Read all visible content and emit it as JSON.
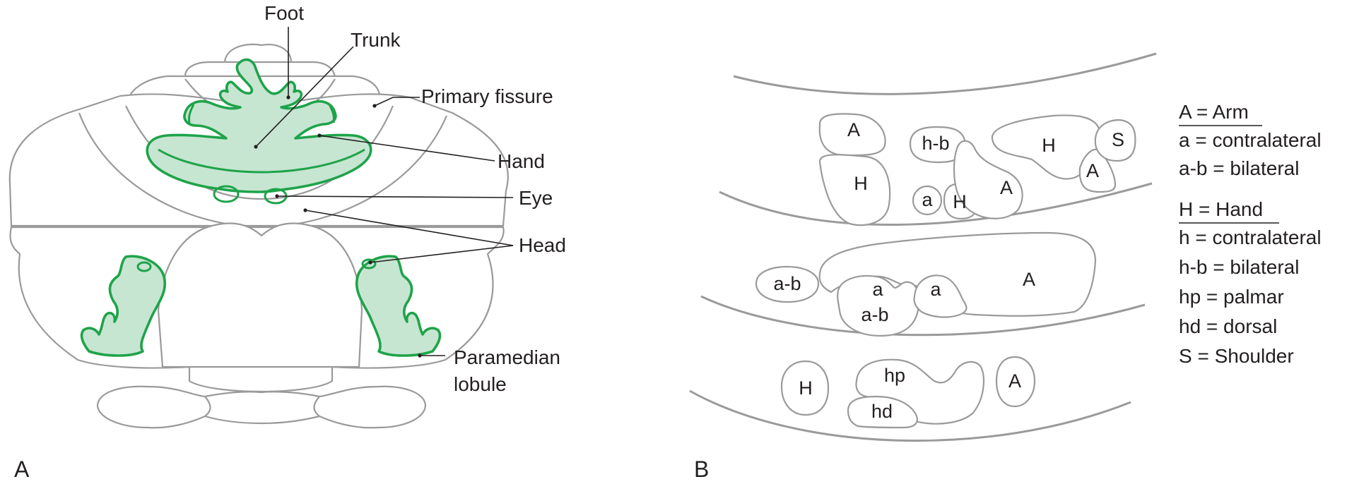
{
  "panel_a": {
    "panel_label": "A",
    "labels": {
      "foot": "Foot",
      "trunk": "Trunk",
      "primary_fissure": "Primary fissure",
      "hand": "Hand",
      "eye": "Eye",
      "head": "Head",
      "paramedian_line1": "Paramedian",
      "paramedian_line2": "lobule"
    },
    "colors": {
      "somatotopic_fill": "#c6e6d2",
      "somatotopic_outline": "#1fa34a",
      "outline": "#9a9a9a"
    }
  },
  "panel_b": {
    "panel_label": "B",
    "upper_band": [
      "A",
      "H",
      "h-b",
      "a",
      "H",
      "A",
      "H",
      "A",
      "S"
    ],
    "middle_band": [
      "a-b",
      "a",
      "a-b",
      "a",
      "A"
    ],
    "lower_band": [
      "H",
      "hp",
      "hd",
      "A"
    ],
    "legend": {
      "arm_heading": "A = Arm",
      "arm_items": [
        "a = contralateral",
        "a-b = bilateral"
      ],
      "hand_heading": "H = Hand",
      "hand_items": [
        "h = contralateral",
        "h-b = bilateral",
        "hp = palmar",
        "hd = dorsal",
        "S = Shoulder"
      ]
    }
  }
}
